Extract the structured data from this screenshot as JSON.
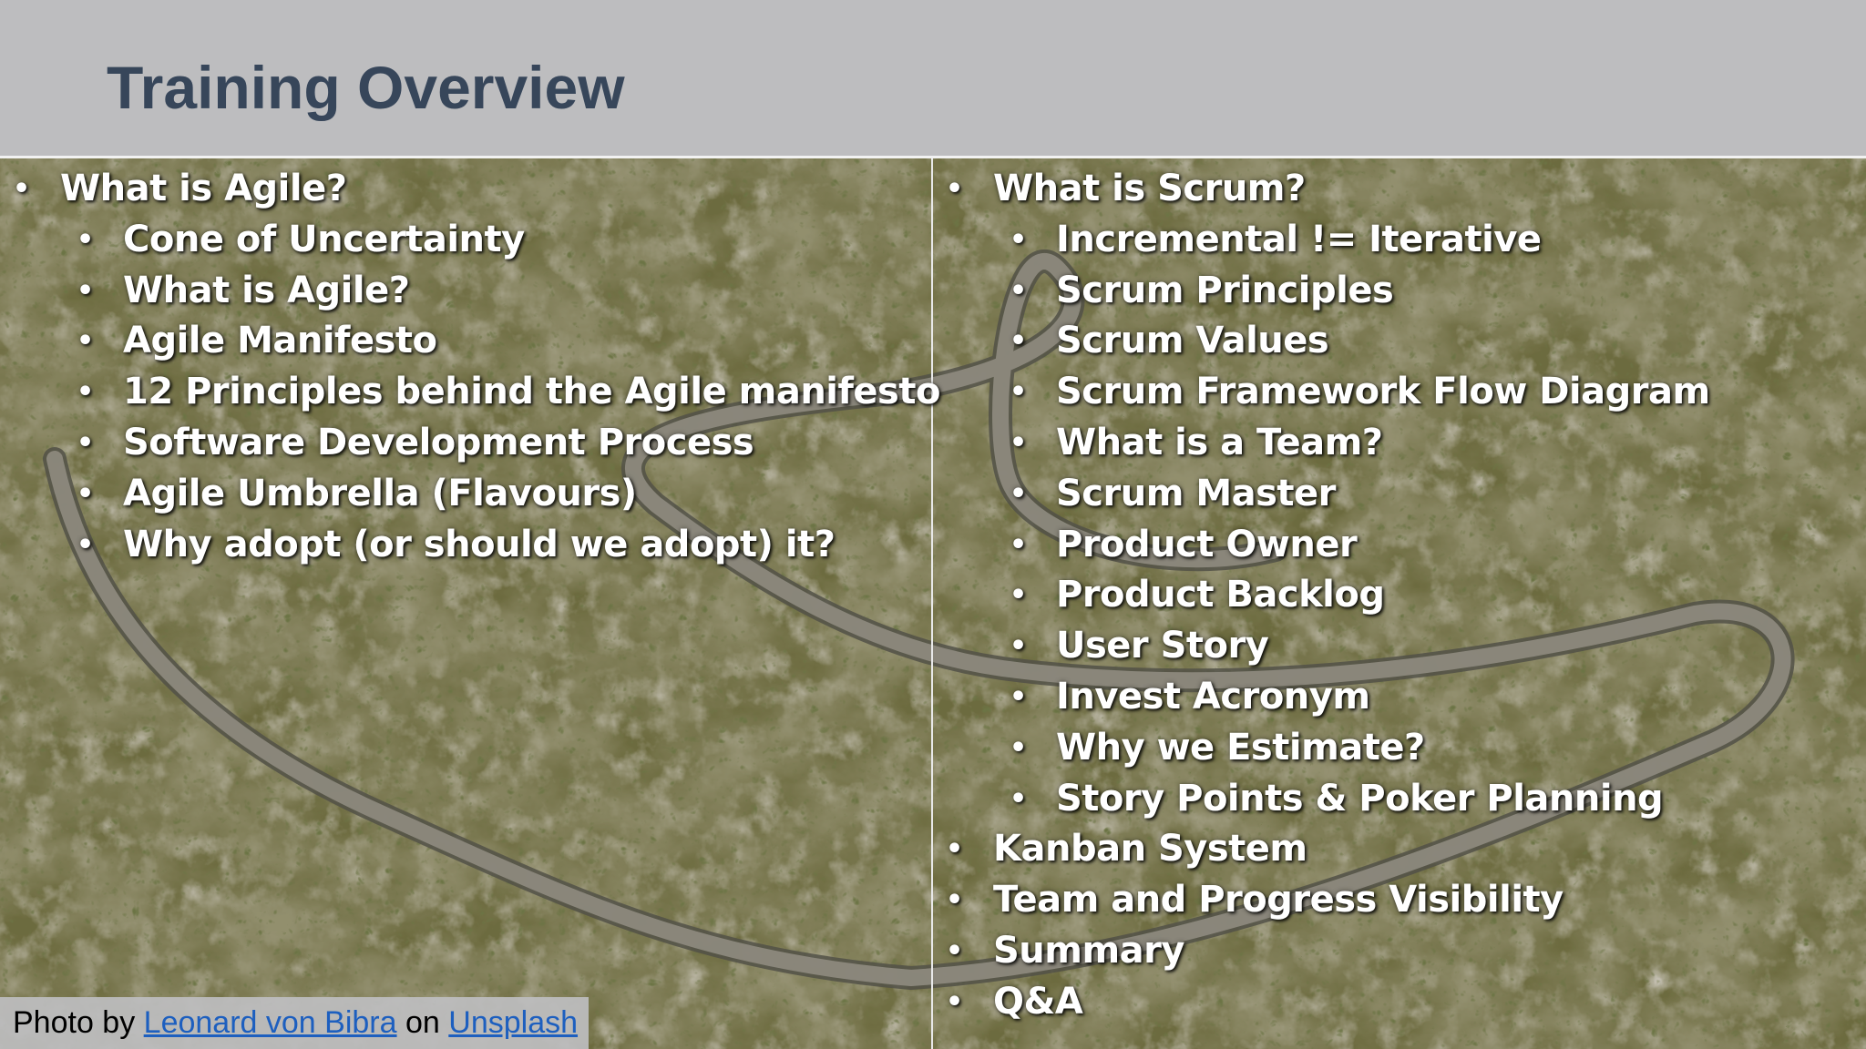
{
  "slide": {
    "title": "Training Overview",
    "background": "aerial-mountain-road-photo"
  },
  "left_column": {
    "items": [
      {
        "level": 1,
        "text": "What is Agile?"
      },
      {
        "level": 2,
        "text": "Cone of Uncertainty"
      },
      {
        "level": 2,
        "text": "What is Agile?"
      },
      {
        "level": 2,
        "text": "Agile Manifesto"
      },
      {
        "level": 2,
        "text": "12 Principles behind the Agile manifesto"
      },
      {
        "level": 2,
        "text": "Software Development Process"
      },
      {
        "level": 2,
        "text": "Agile Umbrella (Flavours)"
      },
      {
        "level": 2,
        "text": "Why adopt (or should we adopt) it?"
      }
    ]
  },
  "right_column": {
    "items": [
      {
        "level": 1,
        "text": "What is Scrum?"
      },
      {
        "level": 2,
        "text": "Incremental != Iterative"
      },
      {
        "level": 2,
        "text": "Scrum Principles"
      },
      {
        "level": 2,
        "text": "Scrum Values"
      },
      {
        "level": 2,
        "text": "Scrum Framework Flow Diagram"
      },
      {
        "level": 2,
        "text": "What is a Team?"
      },
      {
        "level": 2,
        "text": "Scrum Master"
      },
      {
        "level": 2,
        "text": "Product Owner"
      },
      {
        "level": 2,
        "text": "Product Backlog"
      },
      {
        "level": 2,
        "text": "User Story"
      },
      {
        "level": 2,
        "text": "Invest Acronym"
      },
      {
        "level": 2,
        "text": "Why we Estimate?"
      },
      {
        "level": 2,
        "text": "Story Points & Poker Planning"
      },
      {
        "level": 1,
        "text": "Kanban System"
      },
      {
        "level": 1,
        "text": "Team and Progress Visibility"
      },
      {
        "level": 1,
        "text": "Summary"
      },
      {
        "level": 1,
        "text": "Q&A"
      }
    ]
  },
  "credit": {
    "prefix": "Photo by",
    "author": "Leonard von Bibra",
    "middle": "on",
    "site": "Unsplash"
  },
  "colors": {
    "header_bg": "#bdbdbf",
    "title": "#37465a",
    "bullet_text": "#ffffff",
    "link": "#1d5fbf"
  },
  "bullet_glyph": "•"
}
